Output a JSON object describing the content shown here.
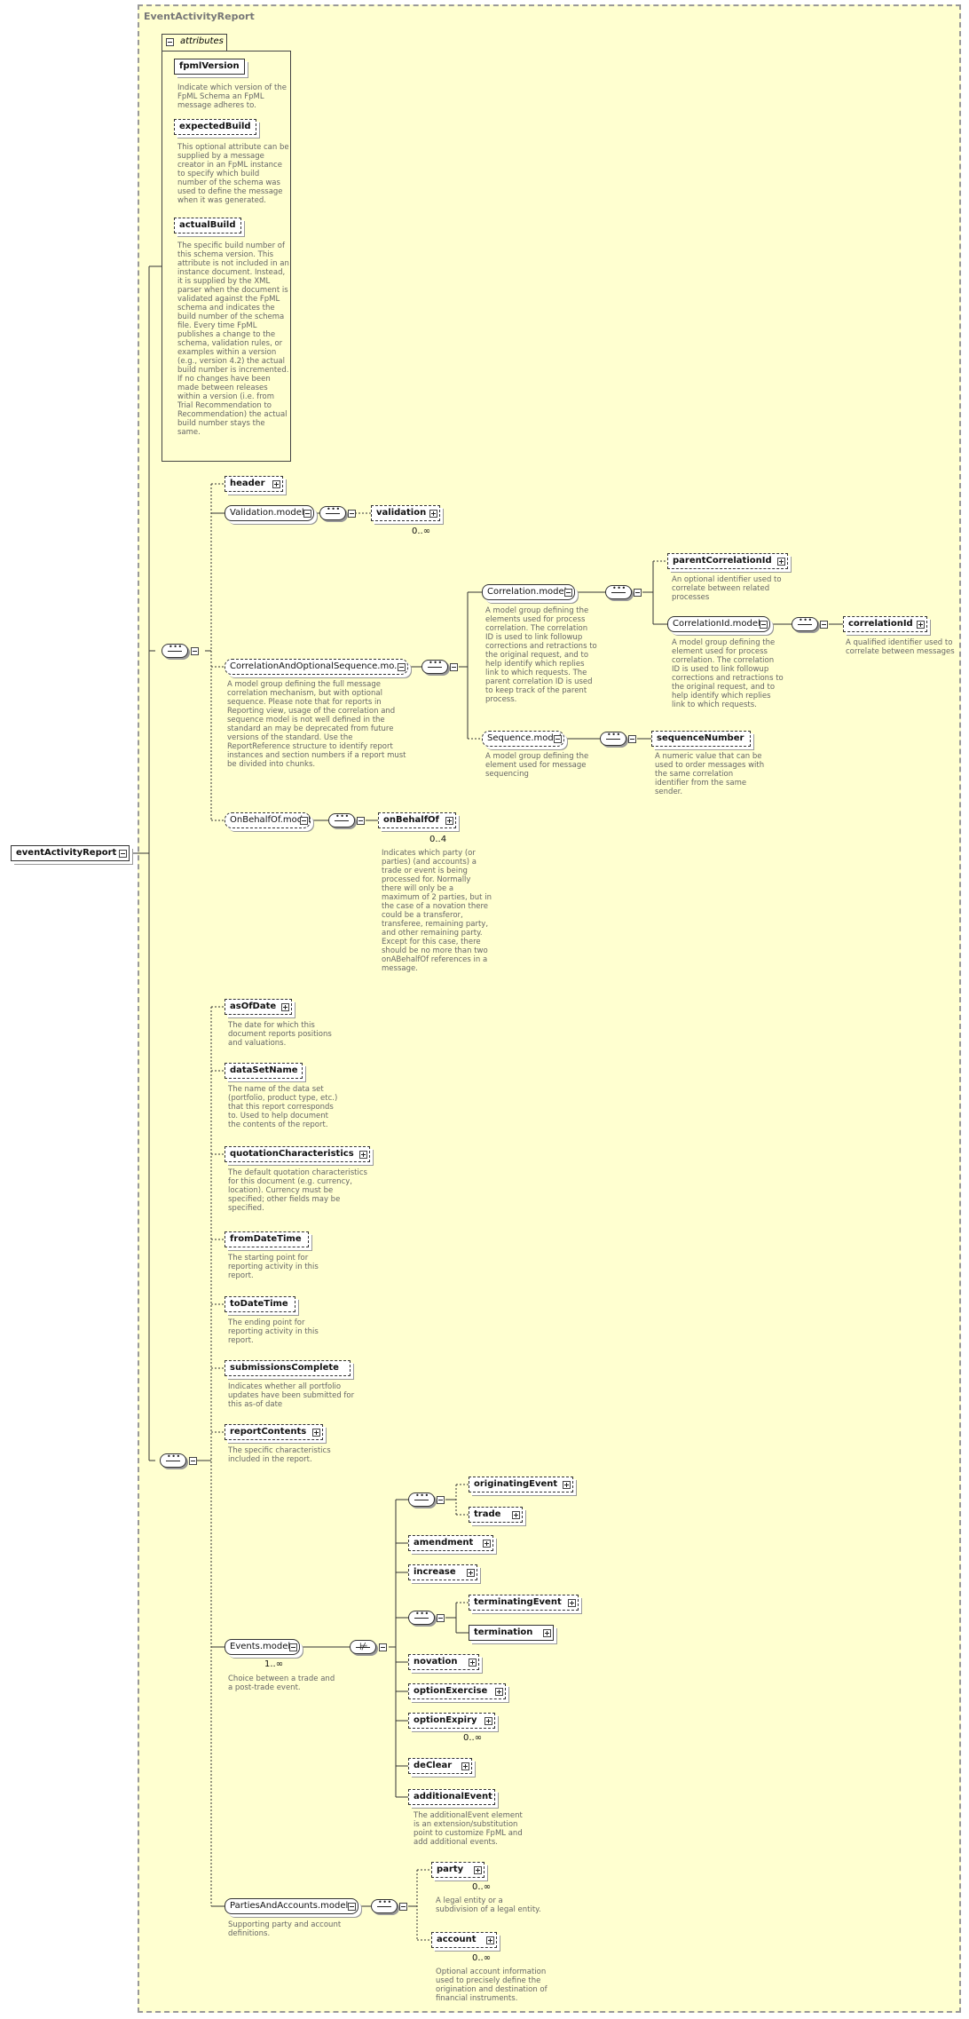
{
  "frame_title": "EventActivityReport",
  "root": "eventActivityReport",
  "attributes_tab": "attributes",
  "attributes": [
    {
      "name": "fpmlVersion",
      "desc": "Indicate which version of the\nFpML Schema an FpML\nmessage adheres to."
    },
    {
      "name": "expectedBuild",
      "desc": "This optional attribute can be\nsupplied by a message\ncreator in an FpML instance\nto specify which build\nnumber of the schema was\nused to define the message\nwhen it was generated."
    },
    {
      "name": "actualBuild",
      "desc": "The specific build number of\nthis schema version. This\nattribute is not included in an\ninstance document. Instead,\nit is supplied by the XML\nparser when the document is\nvalidated against the FpML\nschema and indicates the\nbuild number of the schema\nfile. Every time FpML\npublishes a change to the\nschema, validation rules, or\nexamples within a version\n(e.g., version 4.2) the actual\nbuild number is incremented.\nIf no changes have been\nmade between releases\nwithin a version (i.e. from\nTrial Recommendation to\nRecommendation) the actual\nbuild number stays the\nsame."
    }
  ],
  "header": "header",
  "validation_model": "Validation.model",
  "validation": "validation",
  "validation_card": "0..∞",
  "corr_opt_seq": "CorrelationAndOptionalSequence.mo...",
  "corr_opt_seq_desc": "A model group defining the full message\ncorrelation mechanism, but with optional\nsequence. Please note that for reports in\nReporting view, usage of the correlation and\nsequence model is not well defined in the\nstandard an may be deprecated from future\nversions of the standard. Use the\nReportReference structure to identify report\ninstances and section numbers if a report must\nbe divided into chunks.",
  "correlation_model": "Correlation.model",
  "correlation_model_desc": "A model group defining the\nelements used for process\ncorrelation. The correlation\nID is used to link followup\ncorrections and retractions to\nthe original request, and to\nhelp identify which replies\nlink to which requests. The\nparent correlation ID is used\nto keep track of the parent\nprocess.",
  "parent_correlation_id": "parentCorrelationId",
  "parent_correlation_id_desc": "An optional identifier used to\ncorrelate between related\nprocesses",
  "correlation_id_model": "CorrelationId.model",
  "correlation_id_model_desc": "A model group defining the\nelement used for process\ncorrelation. The correlation\nID is used to link followup\ncorrections and retractions to\nthe original request, and to\nhelp identify which replies\nlink to which requests.",
  "correlation_id": "correlationId",
  "correlation_id_desc": "A qualified identifier used to\ncorrelate between messages",
  "sequence_model": "Sequence.model",
  "sequence_model_desc": "A model group defining the\nelement used for message\nsequencing",
  "sequence_number": "sequenceNumber",
  "sequence_number_desc": "A numeric value that can be\nused to order messages with\nthe same correlation\nidentifier from the same\nsender.",
  "on_behalf_model": "OnBehalfOf.model",
  "on_behalf_of": "onBehalfOf",
  "on_behalf_of_card": "0..4",
  "on_behalf_of_desc": "Indicates which party (or\nparties) (and accounts) a\ntrade or event is being\nprocessed for. Normally\nthere will only be a\nmaximum of 2 parties, but in\nthe case of a novation there\ncould be a transferor,\ntransferee, remaining party,\nand other remaining party.\nExcept for this case, there\nshould be no more than two\nonABehalfOf references in a\nmessage.",
  "as_of_date": "asOfDate",
  "as_of_date_desc": "The date for which this\ndocument reports positions\nand valuations.",
  "data_set_name": "dataSetName",
  "data_set_name_desc": "The name of the data set\n(portfolio, product type, etc.)\nthat this report corresponds\nto. Used to help document\nthe contents of the report.",
  "quotation_characteristics": "quotationCharacteristics",
  "quotation_characteristics_desc": "The default quotation characteristics\nfor this document (e.g. currency,\nlocation). Currency must be\nspecified; other fields may be\nspecified.",
  "from_date_time": "fromDateTime",
  "from_date_time_desc": "The starting point for\nreporting activity in this\nreport.",
  "to_date_time": "toDateTime",
  "to_date_time_desc": "The ending point for\nreporting activity in this\nreport.",
  "submissions_complete": "submissionsComplete",
  "submissions_complete_desc": "Indicates whether all portfolio\nupdates have been submitted for\nthis as-of date",
  "report_contents": "reportContents",
  "report_contents_desc": "The specific characteristics\nincluded in the report.",
  "events_model": "Events.model",
  "events_model_card": "1..∞",
  "events_model_desc": "Choice between a trade and\na post-trade event.",
  "originating_event": "originatingEvent",
  "trade": "trade",
  "amendment": "amendment",
  "increase": "increase",
  "terminating_event": "terminatingEvent",
  "termination": "termination",
  "novation": "novation",
  "option_exercise": "optionExercise",
  "option_expiry": "optionExpiry",
  "option_expiry_card": "0..∞",
  "de_clear": "deClear",
  "additional_event": "additionalEvent",
  "additional_event_desc": "The additionalEvent element\nis an extension/substitution\npoint to customize FpML and\nadd additional events.",
  "parties_model": "PartiesAndAccounts.model",
  "parties_model_desc": "Supporting party and account\ndefinitions.",
  "party": "party",
  "party_card": "0..∞",
  "party_desc": "A legal entity or a\nsubdivision of a legal entity.",
  "account": "account",
  "account_card": "0..∞",
  "account_desc": "Optional account information\nused to precisely define the\norigination and destination of\nfinancial instruments."
}
